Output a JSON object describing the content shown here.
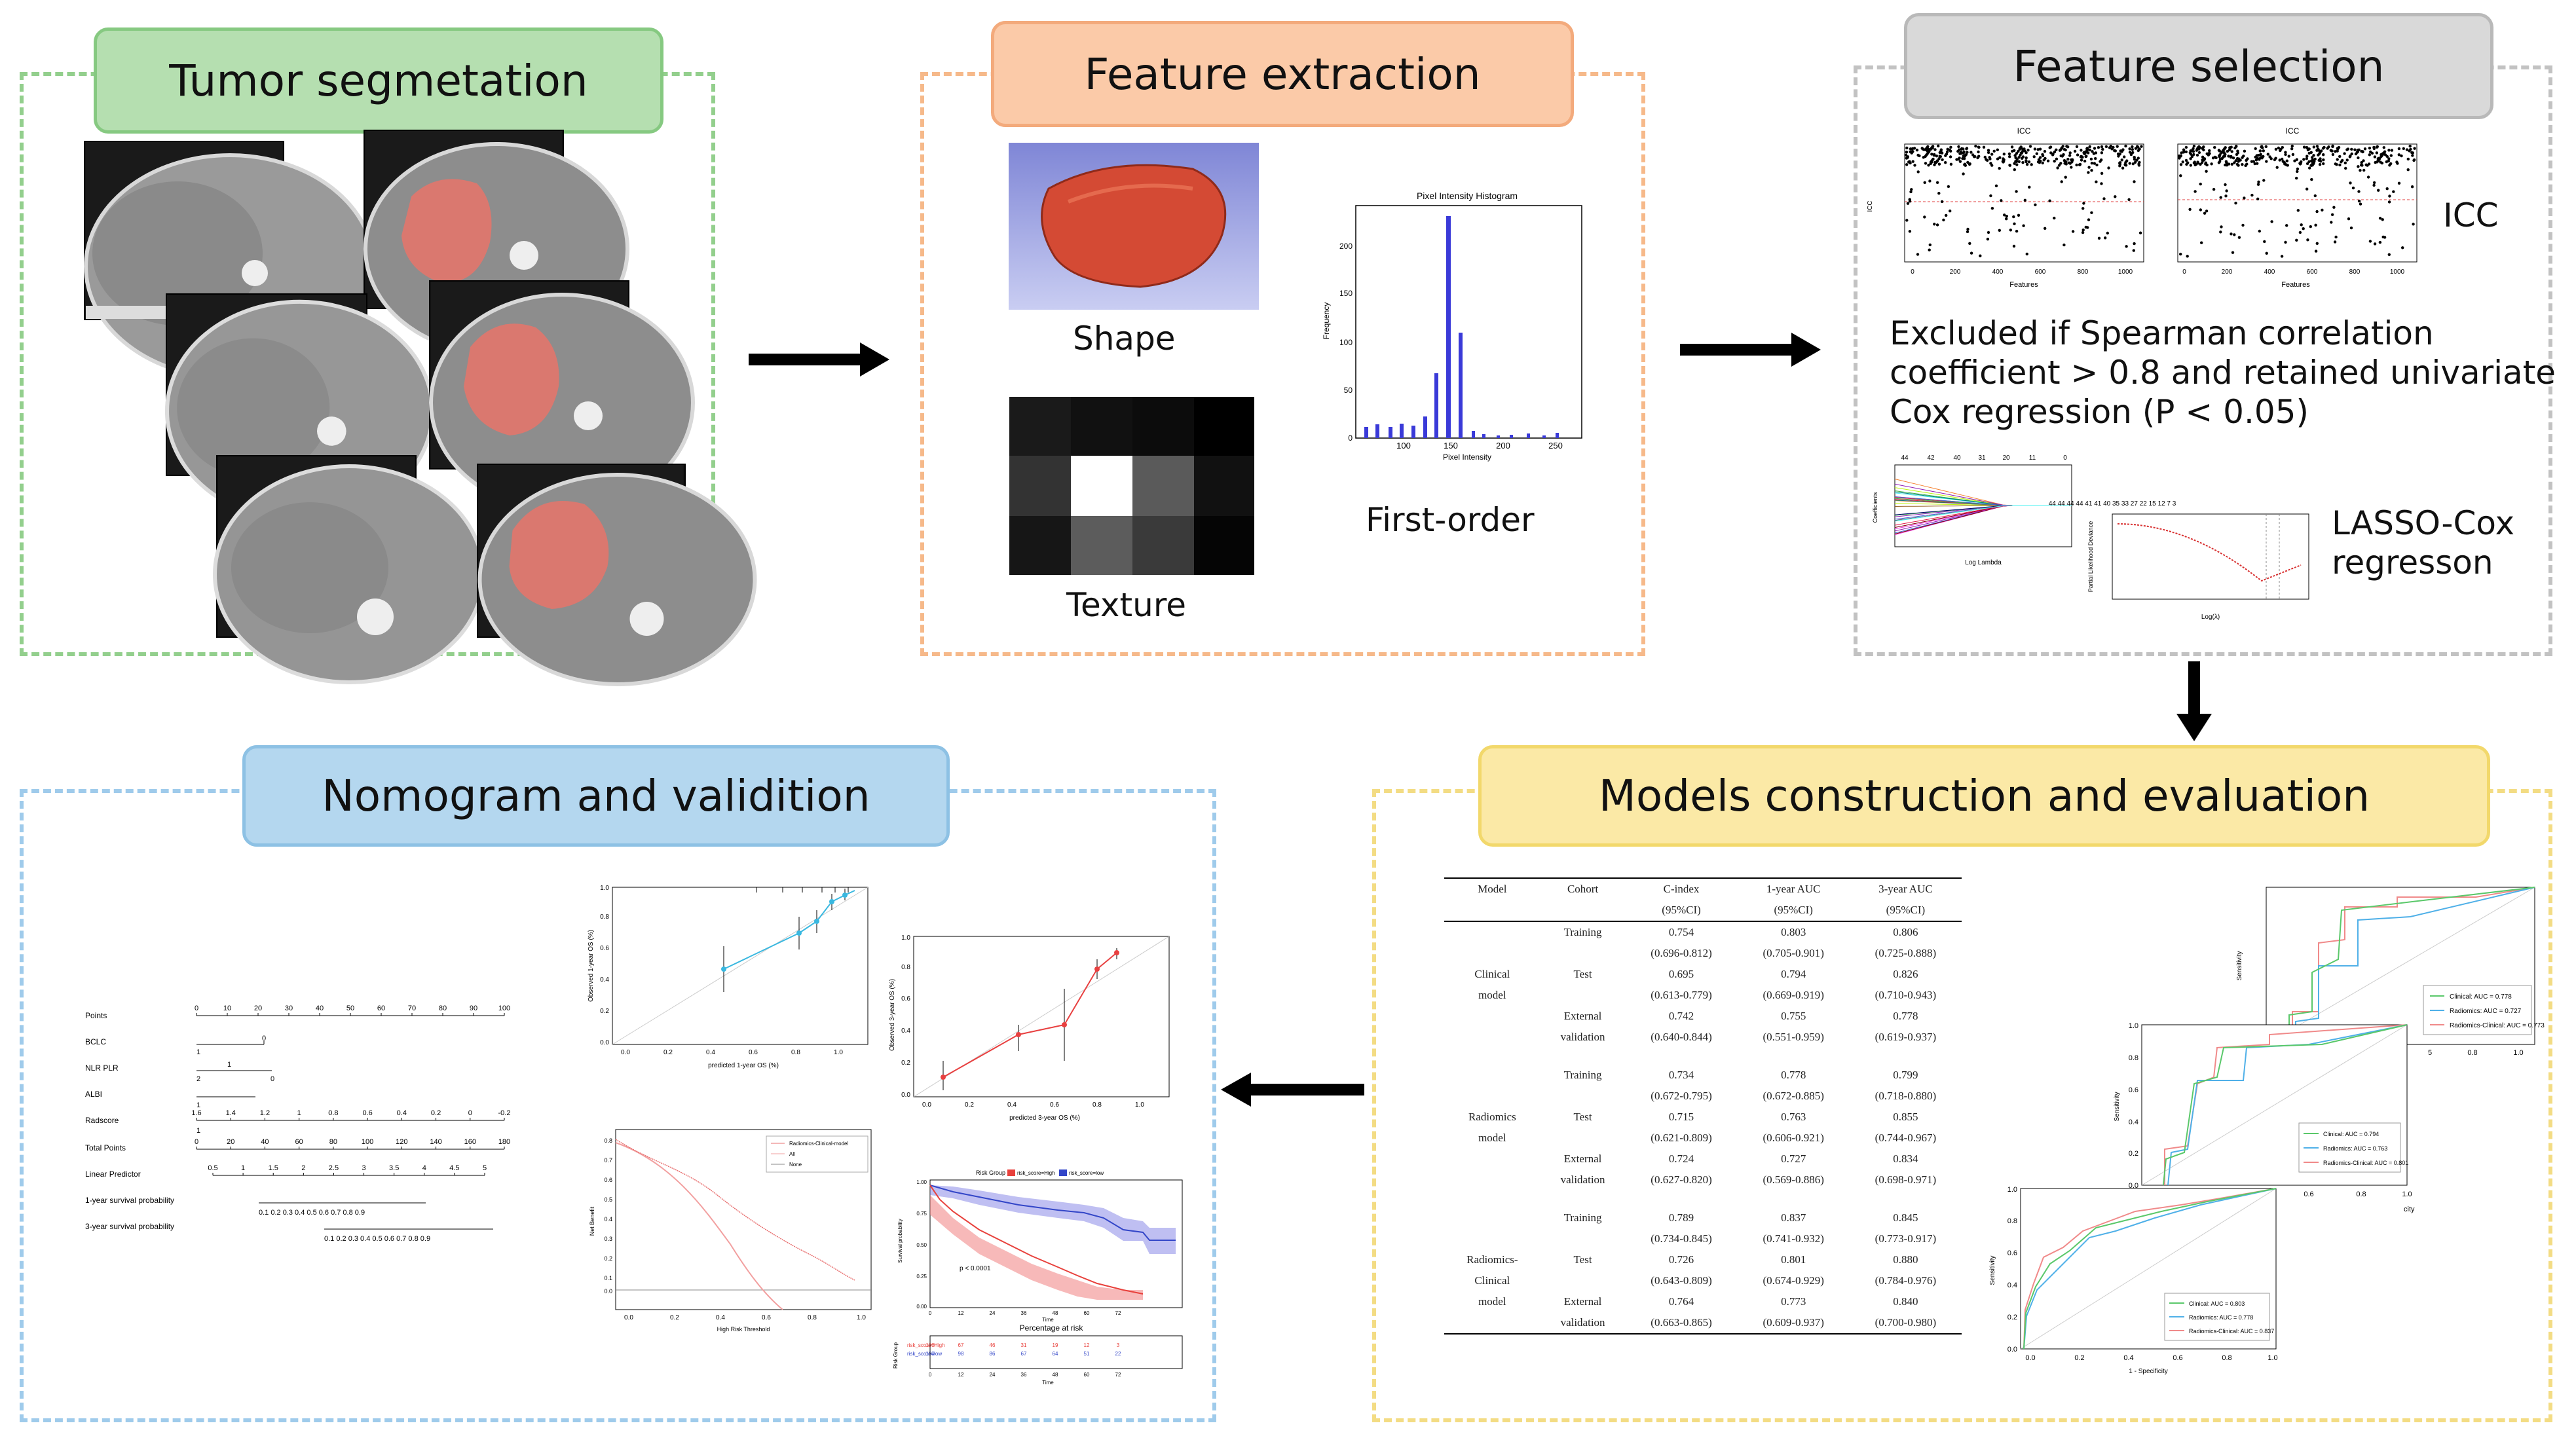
{
  "panels": {
    "segmentation": {
      "title": "Tumor segmetation"
    },
    "extraction": {
      "title": "Feature extraction",
      "shape_label": "Shape",
      "texture_label": "Texture",
      "firstorder_label": "First-order",
      "histogram": {
        "title": "Pixel Intensity Histogram",
        "xlabel": "Pixel Intensity",
        "ylabel": "Frequency",
        "xticks": [
          "100",
          "150",
          "200",
          "250"
        ],
        "yticks": [
          "0",
          "50",
          "100",
          "150",
          "200"
        ]
      }
    },
    "selection": {
      "title": "Feature selection",
      "icc_label": "ICC",
      "spearman_text": [
        "Excluded if Spearman correlation",
        "coefficient > 0.8 and retained univariate",
        "Cox regression (P < 0.05)"
      ],
      "lasso_label": [
        "LASSO-Cox",
        "regresson"
      ],
      "icc_plot_title": "ICC",
      "icc_xlabel": "Features",
      "icc_ylabel": "ICC",
      "lasso_xlabel": "Log Lambda",
      "lasso_ylabel": "Coefficients",
      "cv_xlabel": "Log(λ)",
      "cv_ylabel": "Partial Likelihood Deviance"
    },
    "models": {
      "title": "Models construction and evaluation"
    },
    "nomogram": {
      "title": "Nomogram and validition"
    }
  },
  "results_table": {
    "headers": [
      "Model",
      "Cohort",
      "C-index",
      "1-year AUC",
      "3-year AUC"
    ],
    "subheaders": [
      "(95%CI)",
      "(95%CI)",
      "(95%CI)"
    ],
    "groups": [
      {
        "model": [
          "Clinical",
          "model"
        ],
        "rows": [
          {
            "cohort": [
              "Training"
            ],
            "c": [
              "0.754",
              "(0.696-0.812)"
            ],
            "a1": [
              "0.803",
              "(0.705-0.901)"
            ],
            "a3": [
              "0.806",
              "(0.725-0.888)"
            ]
          },
          {
            "cohort": [
              "Test"
            ],
            "c": [
              "0.695",
              "(0.613-0.779)"
            ],
            "a1": [
              "0.794",
              "(0.669-0.919)"
            ],
            "a3": [
              "0.826",
              "(0.710-0.943)"
            ]
          },
          {
            "cohort": [
              "External",
              "validation"
            ],
            "c": [
              "0.742",
              "(0.640-0.844)"
            ],
            "a1": [
              "0.755",
              "(0.551-0.959)"
            ],
            "a3": [
              "0.778",
              "(0.619-0.937)"
            ]
          }
        ]
      },
      {
        "model": [
          "Radiomics",
          "model"
        ],
        "rows": [
          {
            "cohort": [
              "Training"
            ],
            "c": [
              "0.734",
              "(0.672-0.795)"
            ],
            "a1": [
              "0.778",
              "(0.672-0.885)"
            ],
            "a3": [
              "0.799",
              "(0.718-0.880)"
            ]
          },
          {
            "cohort": [
              "Test"
            ],
            "c": [
              "0.715",
              "(0.621-0.809)"
            ],
            "a1": [
              "0.763",
              "(0.606-0.921)"
            ],
            "a3": [
              "0.855",
              "(0.744-0.967)"
            ]
          },
          {
            "cohort": [
              "External",
              "validation"
            ],
            "c": [
              "0.724",
              "(0.627-0.820)"
            ],
            "a1": [
              "0.727",
              "(0.569-0.886)"
            ],
            "a3": [
              "0.834",
              "(0.698-0.971)"
            ]
          }
        ]
      },
      {
        "model": [
          "Radiomics-",
          "Clinical",
          "model"
        ],
        "rows": [
          {
            "cohort": [
              "Training"
            ],
            "c": [
              "0.789",
              "(0.734-0.845)"
            ],
            "a1": [
              "0.837",
              "(0.741-0.932)"
            ],
            "a3": [
              "0.845",
              "(0.773-0.917)"
            ]
          },
          {
            "cohort": [
              "Test"
            ],
            "c": [
              "0.726",
              "(0.643-0.809)"
            ],
            "a1": [
              "0.801",
              "(0.674-0.929)"
            ],
            "a3": [
              "0.880",
              "(0.784-0.976)"
            ]
          },
          {
            "cohort": [
              "External",
              "validation"
            ],
            "c": [
              "0.764",
              "(0.663-0.865)"
            ],
            "a1": [
              "0.773",
              "(0.609-0.937)"
            ],
            "a3": [
              "0.840",
              "(0.700-0.980)"
            ]
          }
        ]
      }
    ]
  },
  "roc": {
    "legend": [
      [
        "Clinical: AUC = 0.778",
        "Radiomics: AUC = 0.727",
        "Radiomics-Clinical: AUC = 0.773"
      ],
      [
        "Clinical: AUC = 0.794",
        "Radiomics: AUC = 0.763",
        "Radiomics-Clinical: AUC = 0.801"
      ],
      [
        "Clinical: AUC = 0.803",
        "Radiomics: AUC = 0.778",
        "Radiomics-Clinical: AUC = 0.837"
      ]
    ],
    "xlabel": "1 - Specificity",
    "ylabel": "Sensitivity",
    "cut_label": "city"
  },
  "nomogram": {
    "rows": [
      "Points",
      "BCLC",
      "NLR PLR",
      "ALBI",
      "Radscore",
      "Total Points",
      "Linear Predictor",
      "1-year survival probability",
      "3-year survival probability"
    ],
    "points_ticks": [
      "0",
      "10",
      "20",
      "30",
      "40",
      "50",
      "60",
      "70",
      "80",
      "90",
      "100"
    ],
    "radscore_ticks": [
      "1.6",
      "1.4",
      "1.2",
      "1",
      "0.8",
      "0.6",
      "0.4",
      "0.2",
      "0",
      "-0.2"
    ],
    "total_ticks": [
      "0",
      "20",
      "40",
      "60",
      "80",
      "100",
      "120",
      "140",
      "160",
      "180"
    ],
    "lp_ticks": [
      "0.5",
      "1",
      "1.5",
      "2",
      "2.5",
      "3",
      "3.5",
      "4",
      "4.5",
      "5"
    ],
    "surv1_ticks": "0.1   0.2  0.3  0.4 0.5 0.6 0.7  0.8   0.9",
    "surv3_ticks": "0.1   0.2  0.3 0.4 0.5 0.6 0.7  0.8   0.9",
    "bclc_marks": [
      "0",
      "1"
    ],
    "nlr_marks": [
      "1",
      "2",
      "0"
    ],
    "albi_marks": [
      "1"
    ],
    "rad_marks": [
      "1"
    ]
  },
  "calibration": {
    "cal1_xlabel": "predicted 1-year OS (%)",
    "cal1_ylabel": "Observed 1-year OS (%)",
    "cal3_xlabel": "predicted 3-year OS (%)",
    "cal3_ylabel": "Observed 3-year OS (%)"
  },
  "dca": {
    "xlabel": "High Risk Threshold",
    "ylabel": "Net Benefit",
    "legend": [
      "Radiomics-Clinical-model",
      "All",
      "None"
    ]
  },
  "km": {
    "legend_title": "Risk Group",
    "groups": [
      "risk_score=High",
      "risk_score=low"
    ],
    "pvalue": "p < 0.0001",
    "xlabel": "Time",
    "ylabel": "Survival probability",
    "x_ticks": [
      "0",
      "12",
      "24",
      "36",
      "48",
      "60",
      "72"
    ],
    "risk_table_title": "Percentage at risk",
    "risk_high": [
      "100",
      "67",
      "46",
      "31",
      "19",
      "12",
      "3"
    ],
    "risk_low": [
      "100",
      "98",
      "86",
      "67",
      "64",
      "51",
      "22"
    ],
    "risk_axis_label": "Risk Group",
    "colors": {
      "high": "#e8413c",
      "low": "#3346c8"
    }
  },
  "colors": {
    "green": "#b5dfb0",
    "green_border": "#7fc97a",
    "orange": "#fbcaa8",
    "orange_border": "#f3a878",
    "gray": "#d9d9d9",
    "gray_border": "#b5b5b5",
    "yellow": "#fbe9a6",
    "yellow_border": "#f3d86a",
    "blue": "#b4d7ef",
    "blue_border": "#8bbfe3"
  }
}
